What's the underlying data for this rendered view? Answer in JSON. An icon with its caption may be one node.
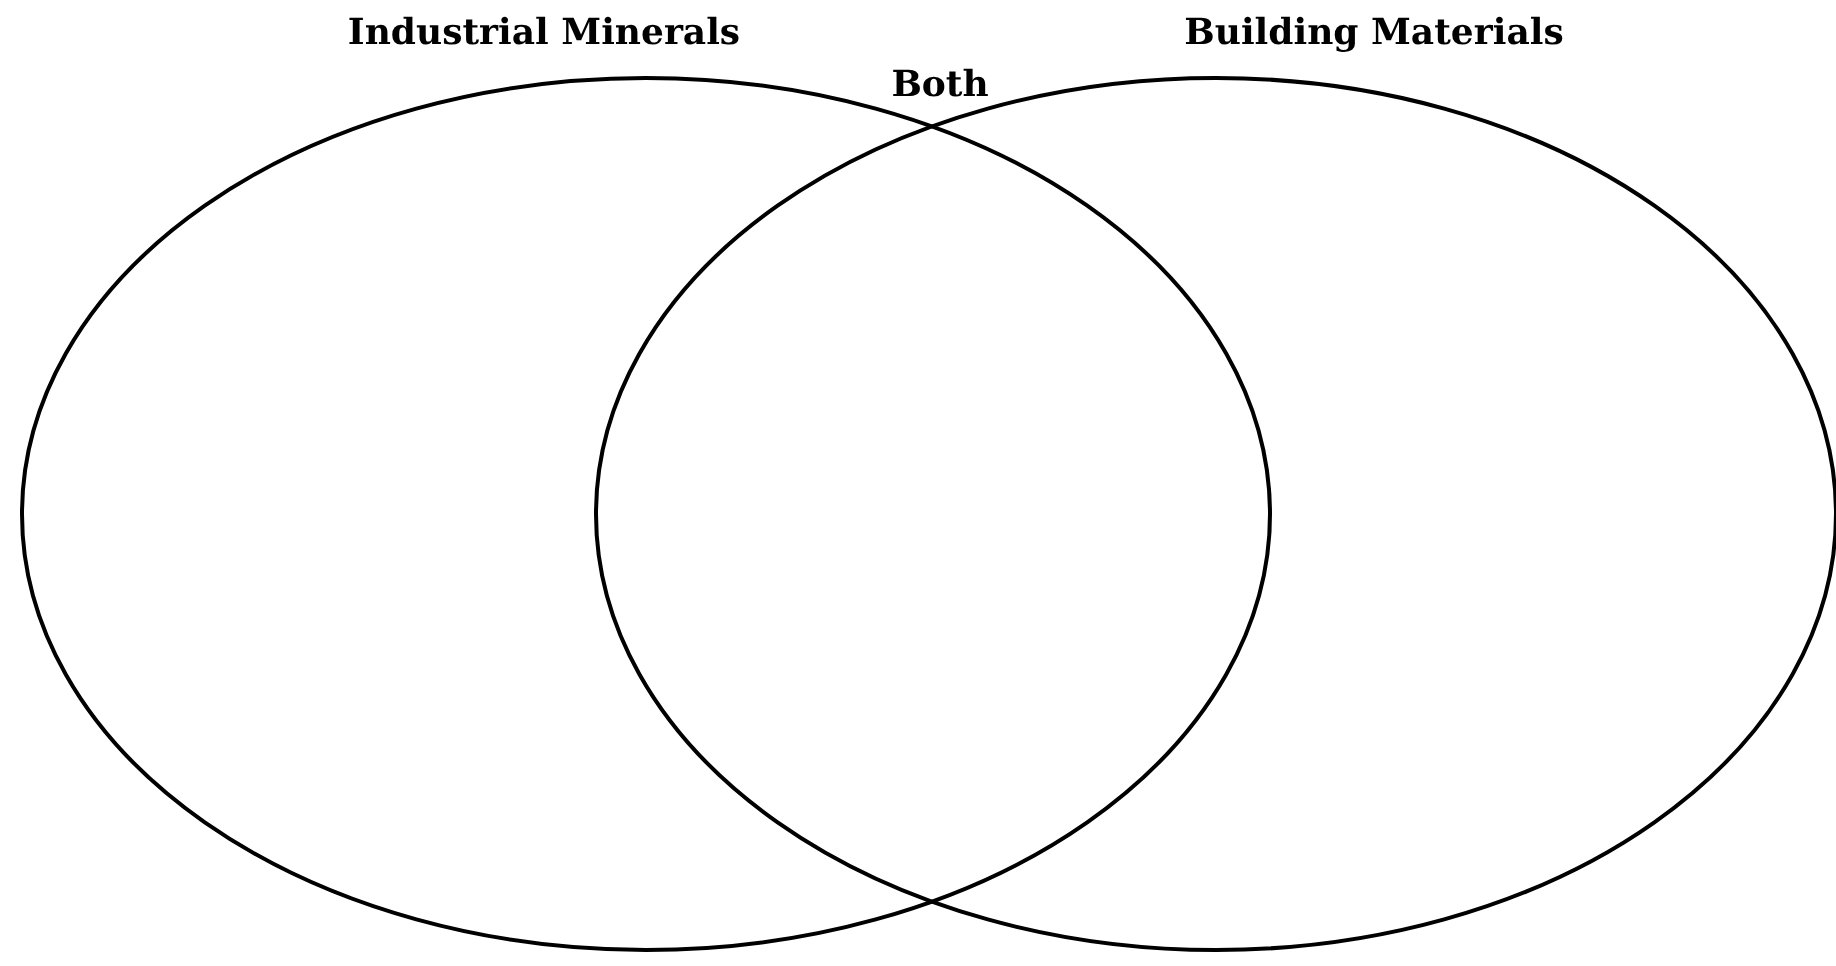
{
  "diagram": {
    "nodes": [
      {
        "text": [
          "Industrial Minerals"
        ]
      },
      {
        "text": [
          "Building Materials"
        ]
      }
    ],
    "labels": [
      "Both"
    ]
  }
}
